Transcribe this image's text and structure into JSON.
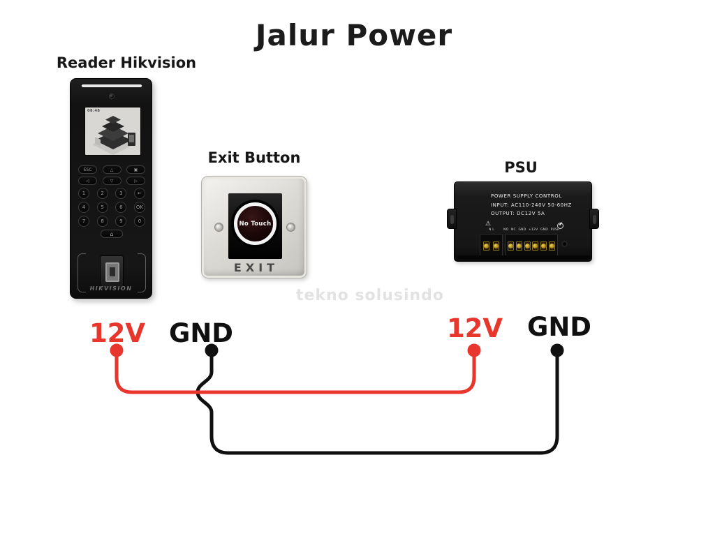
{
  "title": "Jalur Power",
  "watermark": "tekno solusindo",
  "labels": {
    "reader": "Reader Hikvision",
    "exit_button": "Exit Button",
    "psu": "PSU"
  },
  "wiring": {
    "left_12v": "12V",
    "left_gnd": "GND",
    "right_12v": "12V",
    "right_gnd": "GND",
    "wire_red_color": "#e8362c",
    "wire_black_color": "#101010"
  },
  "reader": {
    "brand": "HIKVISION",
    "screen_time": "08:48",
    "keypad": {
      "row1": [
        "ESC",
        "△",
        "▣"
      ],
      "row2": [
        "◁",
        "▽",
        "▷"
      ],
      "row3": [
        "1",
        "2",
        "3",
        "←"
      ],
      "row4": [
        "4",
        "5",
        "6",
        "OK"
      ],
      "row5": [
        "7",
        "8",
        "9",
        "0"
      ],
      "bell": "⌂"
    }
  },
  "exit_button": {
    "no_touch": "No Touch",
    "exit": "EXIT"
  },
  "psu": {
    "line1": "POWER SUPPLY CONTROL",
    "line2": "INPUT:  AC110-240V  50-60HZ",
    "line3": "OUTPUT: DC12V 5A",
    "ac_terminal_labels": "N  L",
    "out_terminal_labels": "NO NC GND +12V GND PUSH"
  }
}
